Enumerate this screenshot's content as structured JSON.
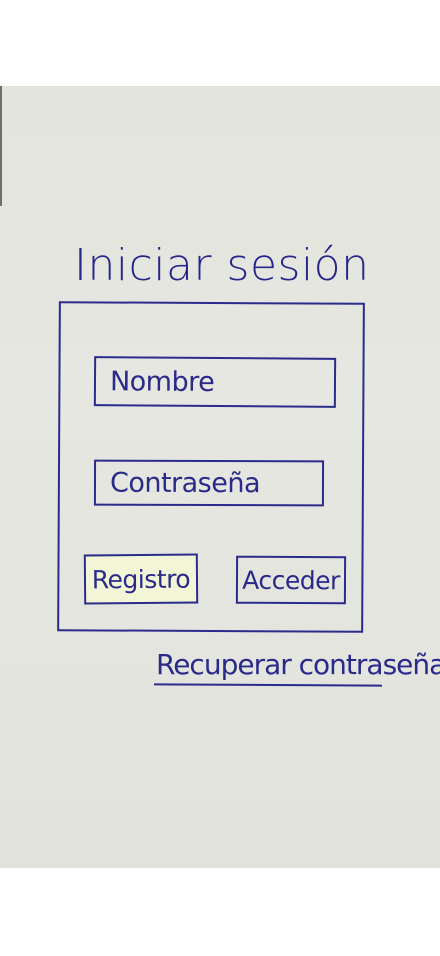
{
  "login": {
    "title": "Iniciar sesión",
    "name_placeholder": "Nombre",
    "password_placeholder": "Contraseña",
    "register_label": "Registro",
    "access_label": "Acceder",
    "recover_link": "Recuperar contraseña"
  },
  "colors": {
    "ink": "#2b2b8c",
    "paper": "#e4e5de",
    "register_highlight": "#f2f5d6"
  }
}
